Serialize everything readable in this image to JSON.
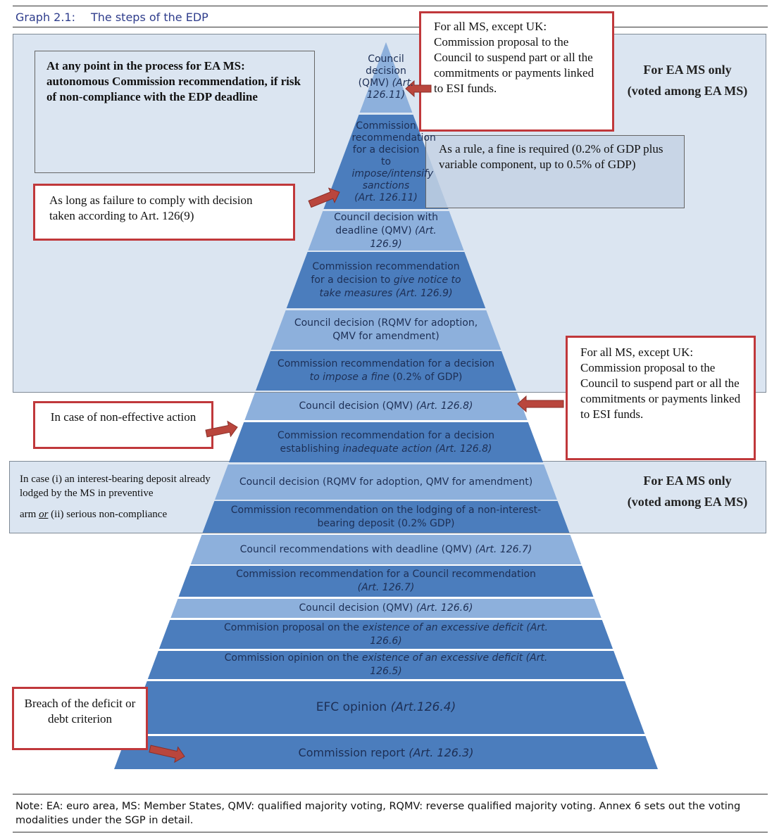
{
  "graph": {
    "number": "Graph 2.1:",
    "title": "The steps of the EDP"
  },
  "colors": {
    "light": "#8db0dc",
    "dark": "#4b7dbd",
    "arrow": "#b9463d",
    "panel": "#dbe5f1"
  },
  "layers": [
    {
      "shade": "light",
      "parts": [
        {
          "t": "Council decision (QMV) "
        },
        {
          "t": "(Art. 126.11)",
          "i": true
        }
      ]
    },
    {
      "shade": "dark",
      "parts": [
        {
          "t": "Commission recommendation for a decision to "
        },
        {
          "t": "impose/intensify sanctions",
          "i": true
        },
        {
          "t": " (Art. 126.11)",
          "i": true
        }
      ]
    },
    {
      "shade": "light",
      "parts": [
        {
          "t": "Council decision with deadline (QMV) "
        },
        {
          "t": "(Art. 126.9)",
          "i": true
        }
      ]
    },
    {
      "shade": "dark",
      "parts": [
        {
          "t": "Commission recommendation for a decision to "
        },
        {
          "t": "give notice to take measures",
          "i": true
        },
        {
          "t": " (Art. 126.9)",
          "i": true
        }
      ]
    },
    {
      "shade": "light",
      "parts": [
        {
          "t": "Council decision (RQMV for adoption, QMV for amendment)"
        }
      ]
    },
    {
      "shade": "dark",
      "parts": [
        {
          "t": "Commission recommendation for a decision "
        },
        {
          "t": "to impose a fine",
          "i": true
        },
        {
          "t": " (0.2% of GDP)"
        }
      ]
    },
    {
      "shade": "light",
      "parts": [
        {
          "t": "Council  decision (QMV) "
        },
        {
          "t": "(Art. 126.8)",
          "i": true
        }
      ]
    },
    {
      "shade": "dark",
      "parts": [
        {
          "t": "Commission recommendation for a decision establishing "
        },
        {
          "t": "inadequate action (Art. 126.8)",
          "i": true
        }
      ]
    },
    {
      "shade": "light",
      "parts": [
        {
          "t": "Council decision (RQMV for adoption, QMV for amendment)"
        }
      ]
    },
    {
      "shade": "dark",
      "parts": [
        {
          "t": "Commission recommendation on the lodging of a non-interest-bearing deposit (0.2% GDP)"
        }
      ]
    },
    {
      "shade": "light",
      "parts": [
        {
          "t": "Council recommendations with deadline (QMV) "
        },
        {
          "t": "(Art. 126.7)",
          "i": true
        }
      ]
    },
    {
      "shade": "dark",
      "parts": [
        {
          "t": "Commission recommendation for  a Council recommendation "
        },
        {
          "t": "(Art. 126.7)",
          "i": true
        }
      ]
    },
    {
      "shade": "light",
      "parts": [
        {
          "t": "Council decision (QMV) "
        },
        {
          "t": "(Art. 126.6)",
          "i": true
        }
      ]
    },
    {
      "shade": "dark",
      "parts": [
        {
          "t": "Commision proposal on the "
        },
        {
          "t": "existence of an excessive deficit (Art. 126.6)",
          "i": true
        }
      ]
    },
    {
      "shade": "dark",
      "parts": [
        {
          "t": "Commission opinion on the "
        },
        {
          "t": "existence of an excessive deficit (Art. 126.5)",
          "i": true
        }
      ]
    },
    {
      "shade": "dark",
      "parts": [
        {
          "t": "EFC opinion "
        },
        {
          "t": "(Art.126.4)",
          "i": true
        }
      ]
    },
    {
      "shade": "dark",
      "parts": [
        {
          "t": "Commission report  "
        },
        {
          "t": "(Art. 126.3)",
          "i": true
        }
      ]
    }
  ],
  "boxes": {
    "autonomous": "At any point in the process for EA MS: autonomous Commission recommendation, if risk of non-compliance with the EDP deadline",
    "suspend_top": "For all MS, except UK: Commission proposal to the Council to suspend part or all the commitments or payments linked to ESI funds.",
    "fine_rule": "As a rule, a fine is required (0.2% of GDP plus variable component, up to 0.5% of GDP)",
    "failure": "As long as failure to comply with decision taken according to Art. 126(9)",
    "suspend_mid": "For all MS, except UK: Commission proposal to the Council to suspend part or all the commitments or payments linked to ESI funds.",
    "non_effective": "In case of non-effective action",
    "deposit_a": "In case (i) an interest-bearing deposit already lodged by the MS in preventive",
    "deposit_b1": "arm ",
    "deposit_or": "or",
    "deposit_b2": " (ii) serious non-compliance",
    "breach": "Breach of the deficit or debt criterion",
    "ea_only_1a": "For EA MS only",
    "ea_only_1b": "(voted among EA MS)",
    "ea_only_2a": "For EA MS only",
    "ea_only_2b": "(voted among EA MS)"
  },
  "note": "Note: EA: euro area, MS: Member States, QMV: qualified majority voting, RQMV: reverse qualified majority voting. Annex 6 sets out the voting modalities under the SGP in detail."
}
